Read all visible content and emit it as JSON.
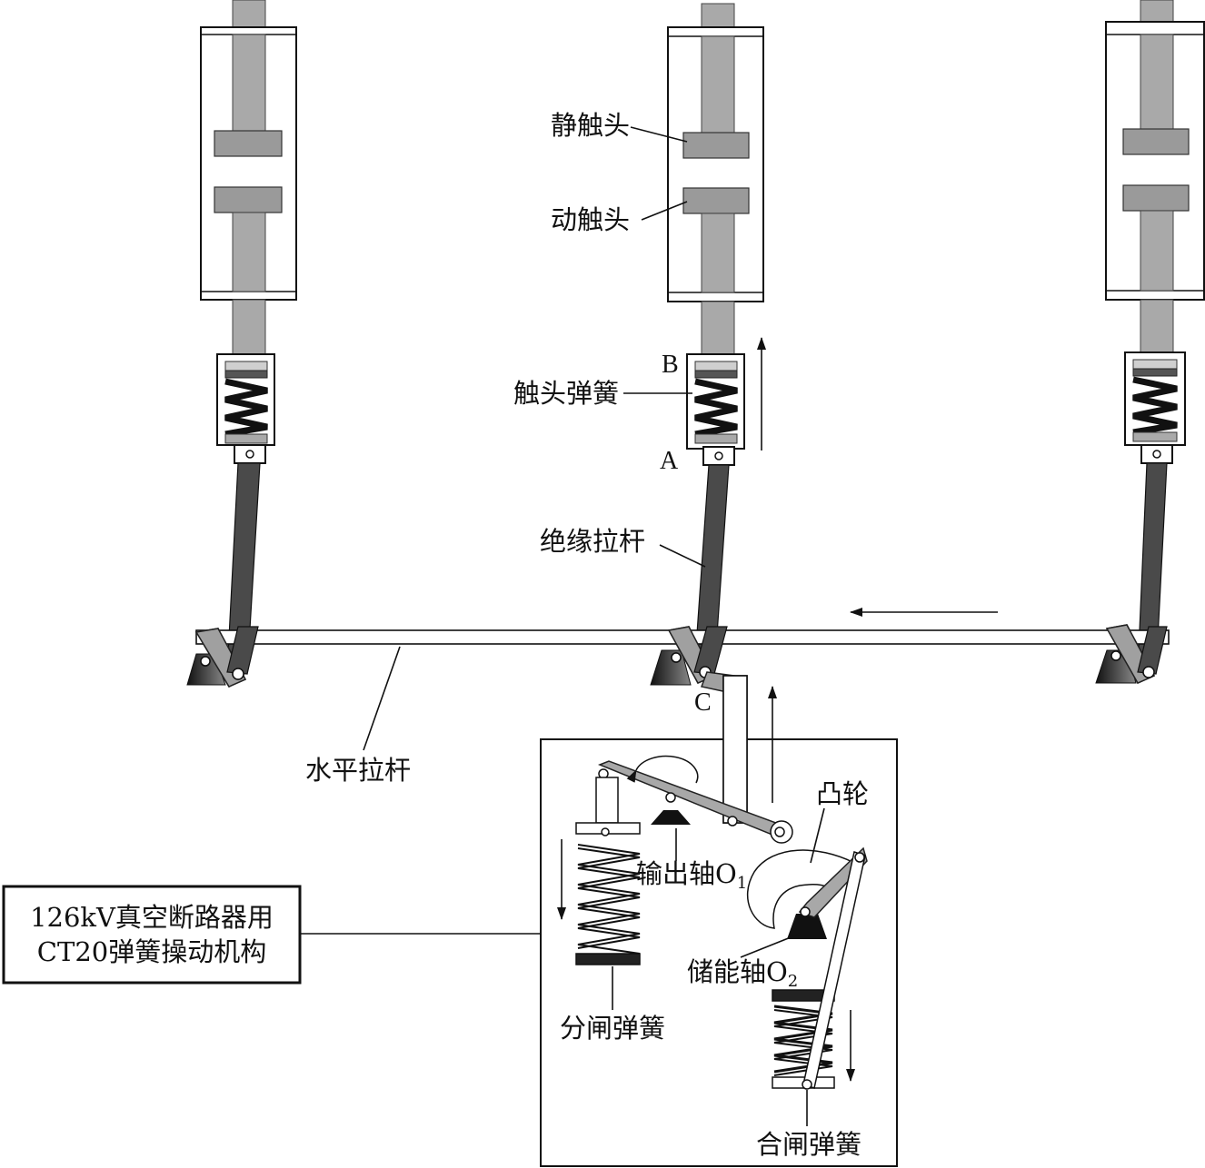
{
  "labels": {
    "static_contact": "静触头",
    "moving_contact": "动触头",
    "contact_spring": "触头弹簧",
    "insulating_pull_rod": "绝缘拉杆",
    "horizontal_pull_rod": "水平拉杆",
    "cam": "凸轮",
    "output_shaft": "输出轴O",
    "output_shaft_sub": "1",
    "energy_storage_shaft": "储能轴O",
    "energy_storage_shaft_sub": "2",
    "opening_spring": "分闸弹簧",
    "closing_spring": "合闸弹簧",
    "point_a": "A",
    "point_b": "B",
    "point_c": "C"
  },
  "mechanism_box": {
    "line1": "126kV真空断路器用",
    "line2": "CT20弹簧操动机构"
  },
  "colors": {
    "ink": "#111111",
    "rod_gray": "#a9a9a9",
    "insulating_rod": "#4a4a4a",
    "background": "#ffffff"
  }
}
